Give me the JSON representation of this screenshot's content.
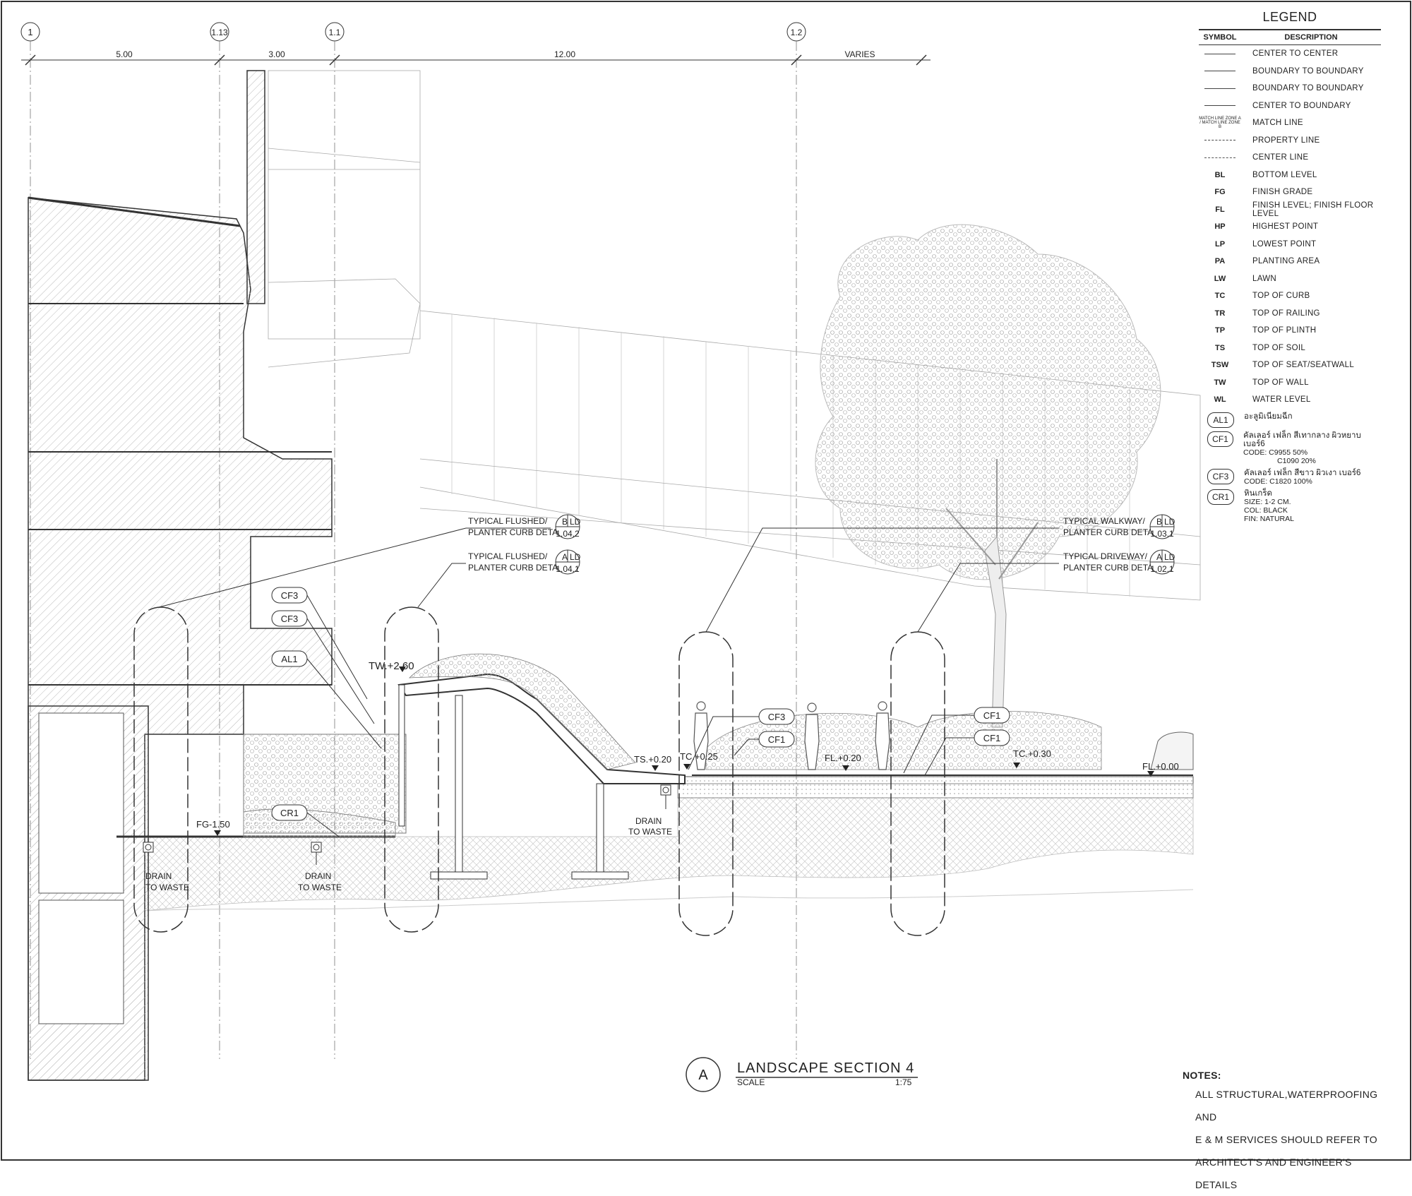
{
  "grid": {
    "markers": [
      "1",
      "1.13",
      "1.1",
      "1.2"
    ],
    "dimensions": [
      "5.00",
      "3.00",
      "12.00",
      "VARIES"
    ]
  },
  "legend": {
    "title": "LEGEND",
    "col_symbol": "SYMBOL",
    "col_description": "DESCRIPTION",
    "line_items": [
      {
        "symbol": "line-center",
        "desc": "CENTER TO CENTER"
      },
      {
        "symbol": "line-boundary",
        "desc": "BOUNDARY TO BOUNDARY"
      },
      {
        "symbol": "line-boundary-tick",
        "desc": "BOUNDARY TO BOUNDARY"
      },
      {
        "symbol": "line-center-boundary",
        "desc": "CENTER TO BOUNDARY"
      },
      {
        "symbol": "MATCH LINE ZONE A / MATCH LINE ZONE B",
        "desc": "MATCH LINE"
      },
      {
        "symbol": "line-property",
        "desc": "PROPERTY LINE"
      },
      {
        "symbol": "line-centerline",
        "desc": "CENTER LINE"
      }
    ],
    "abbr_items": [
      {
        "abbr": "BL",
        "desc": "BOTTOM LEVEL"
      },
      {
        "abbr": "FG",
        "desc": "FINISH GRADE"
      },
      {
        "abbr": "FL",
        "desc": "FINISH LEVEL; FINISH FLOOR LEVEL"
      },
      {
        "abbr": "HP",
        "desc": "HIGHEST POINT"
      },
      {
        "abbr": "LP",
        "desc": "LOWEST POINT"
      },
      {
        "abbr": "PA",
        "desc": "PLANTING AREA"
      },
      {
        "abbr": "LW",
        "desc": "LAWN"
      },
      {
        "abbr": "TC",
        "desc": "TOP OF CURB"
      },
      {
        "abbr": "TR",
        "desc": "TOP OF RAILING"
      },
      {
        "abbr": "TP",
        "desc": "TOP OF PLINTH"
      },
      {
        "abbr": "TS",
        "desc": "TOP OF SOIL"
      },
      {
        "abbr": "TSW",
        "desc": "TOP OF SEAT/SEATWALL"
      },
      {
        "abbr": "TW",
        "desc": "TOP OF WALL"
      },
      {
        "abbr": "WL",
        "desc": "WATER LEVEL"
      }
    ],
    "codes": [
      {
        "tag": "AL1",
        "desc": "อะลูมิเนียมฉีก",
        "sub": ""
      },
      {
        "tag": "CF1",
        "desc": "คัลเลอร์ เฟล็ก สีเทากลาง ผิวหยาบ เบอร์6",
        "sub": "CODE: C9955 50%",
        "sub2": "C1090 20%"
      },
      {
        "tag": "CF3",
        "desc": "คัลเลอร์ เฟล็ก สีขาว ผิวเงา เบอร์6",
        "sub": "CODE: C1820 100%"
      },
      {
        "tag": "CR1",
        "desc": "หินเกร็ด",
        "sub": "SIZE: 1-2 CM.",
        "sub2": "COL: BLACK",
        "sub3": "FIN: NATURAL"
      }
    ]
  },
  "callouts": {
    "detail_b_left": {
      "line1": "TYPICAL FLUSHED/",
      "line2": "PLANTER CURB DETAIL",
      "letter": "B",
      "code": "LD",
      "ref": "1.04.2"
    },
    "detail_a_left": {
      "line1": "TYPICAL FLUSHED/",
      "line2": "PLANTER CURB DETAIL",
      "letter": "A",
      "code": "LD",
      "ref": "1.04.1"
    },
    "detail_b_right": {
      "line1": "TYPICAL WALKWAY/",
      "line2": "PLANTER CURB DETAIL",
      "letter": "B",
      "code": "LD",
      "ref": "1.03.1"
    },
    "detail_a_right": {
      "line1": "TYPICAL DRIVEWAY/",
      "line2": "PLANTER CURB DETAIL",
      "letter": "A",
      "code": "LD",
      "ref": "1.02.1"
    }
  },
  "tags": {
    "cf3_a": "CF3",
    "cf3_b": "CF3",
    "al1": "AL1",
    "cr1": "CR1",
    "cf3_c": "CF3",
    "cf1_a": "CF1",
    "cf1_b": "CF1",
    "cf1_c": "CF1"
  },
  "levels": {
    "tw": "TW.+2.60",
    "ts": "TS.+0.20",
    "tc1": "TC.+0.25",
    "fl1": "FL.+0.20",
    "tc2": "TC.+0.30",
    "fl2": "FL.+0.00",
    "fg": "FG-1.50"
  },
  "drains": {
    "label1": "DRAIN",
    "label2": "TO WASTE"
  },
  "title_block": {
    "letter": "A",
    "title": "LANDSCAPE SECTION 4",
    "scale_label": "SCALE",
    "scale": "1:75"
  },
  "notes": {
    "heading": "NOTES:",
    "lines": [
      "ALL STRUCTURAL,WATERPROOFING AND",
      "E & M SERVICES SHOULD REFER TO",
      "ARCHITECT'S AND ENGINEER'S DETAILS"
    ]
  }
}
